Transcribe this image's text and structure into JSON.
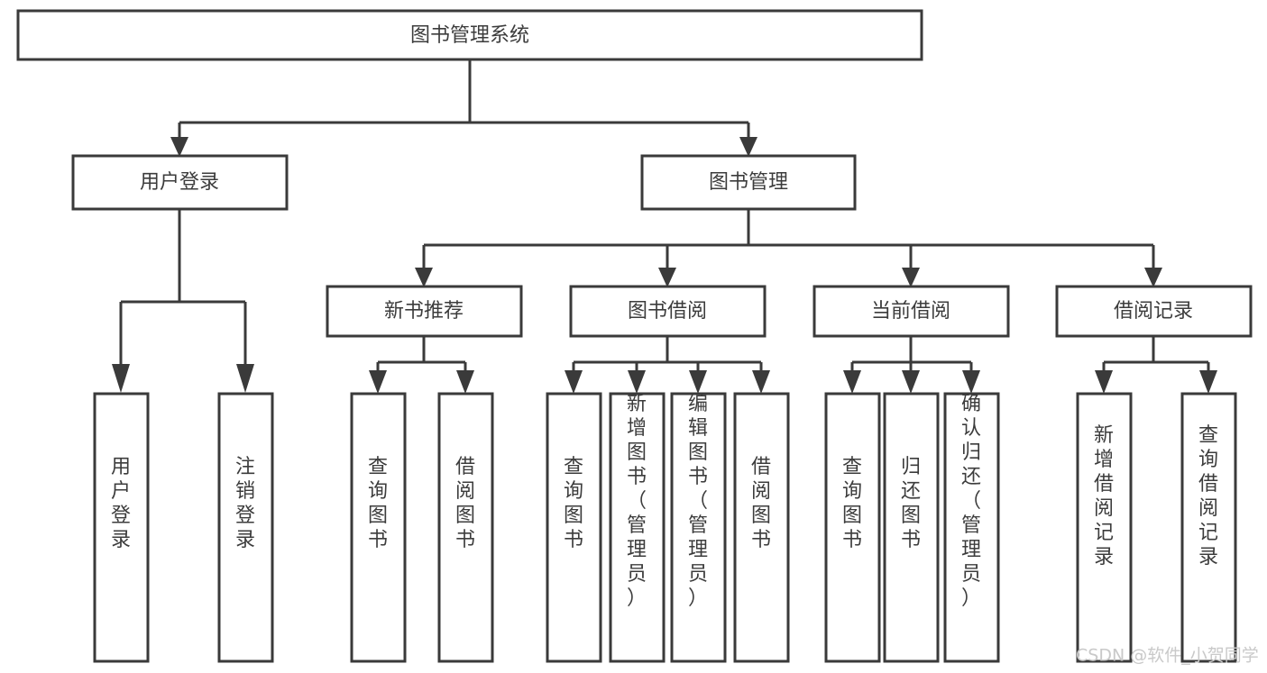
{
  "diagram": {
    "title": "图书管理系统",
    "type": "tree-hierarchy-chart",
    "style": {
      "box_fill": "#ffffff",
      "box_stroke": "#3a3a3a",
      "connector_color": "#3a3a3a",
      "text_color": "#3c3c3c",
      "background": "#ffffff",
      "watermark_color": "#c9c9c9"
    },
    "root": {
      "id": "root",
      "label": "图书管理系统",
      "orientation": "horizontal"
    },
    "level2": [
      {
        "id": "user-login",
        "label": "用户登录",
        "orientation": "horizontal"
      },
      {
        "id": "book-manage",
        "label": "图书管理",
        "orientation": "horizontal"
      }
    ],
    "level3": [
      {
        "id": "new-book-recommend",
        "label": "新书推荐",
        "parent": "book-manage",
        "orientation": "horizontal"
      },
      {
        "id": "book-borrow",
        "label": "图书借阅",
        "parent": "book-manage",
        "orientation": "horizontal"
      },
      {
        "id": "current-borrow",
        "label": "当前借阅",
        "parent": "book-manage",
        "orientation": "horizontal"
      },
      {
        "id": "borrow-record",
        "label": "借阅记录",
        "parent": "book-manage",
        "orientation": "horizontal"
      }
    ],
    "leaves": [
      {
        "id": "leaf-user-login",
        "label": "用户登录",
        "parent": "user-login",
        "orientation": "vertical"
      },
      {
        "id": "leaf-user-logout",
        "label": "注销登录",
        "parent": "user-login",
        "orientation": "vertical"
      },
      {
        "id": "leaf-query-book-1",
        "label": "查询图书",
        "parent": "new-book-recommend",
        "orientation": "vertical"
      },
      {
        "id": "leaf-borrow-book-1",
        "label": "借阅图书",
        "parent": "new-book-recommend",
        "orientation": "vertical"
      },
      {
        "id": "leaf-query-book-2",
        "label": "查询图书",
        "parent": "book-borrow",
        "orientation": "vertical"
      },
      {
        "id": "leaf-add-book",
        "label": "新增图书（管理员）",
        "parent": "book-borrow",
        "orientation": "vertical"
      },
      {
        "id": "leaf-edit-book",
        "label": "编辑图书（管理员）",
        "parent": "book-borrow",
        "orientation": "vertical"
      },
      {
        "id": "leaf-borrow-book-2",
        "label": "借阅图书",
        "parent": "book-borrow",
        "orientation": "vertical"
      },
      {
        "id": "leaf-query-book-3",
        "label": "查询图书",
        "parent": "current-borrow",
        "orientation": "vertical"
      },
      {
        "id": "leaf-return-book",
        "label": "归还图书",
        "parent": "current-borrow",
        "orientation": "vertical"
      },
      {
        "id": "leaf-confirm-return",
        "label": "确认归还（管理员）",
        "parent": "current-borrow",
        "orientation": "vertical"
      },
      {
        "id": "leaf-add-record",
        "label": "新增借阅记录",
        "parent": "borrow-record",
        "orientation": "vertical"
      },
      {
        "id": "leaf-query-record",
        "label": "查询借阅记录",
        "parent": "borrow-record",
        "orientation": "vertical"
      }
    ]
  },
  "watermark": {
    "text": "CSDN @软件_小贺同学"
  }
}
